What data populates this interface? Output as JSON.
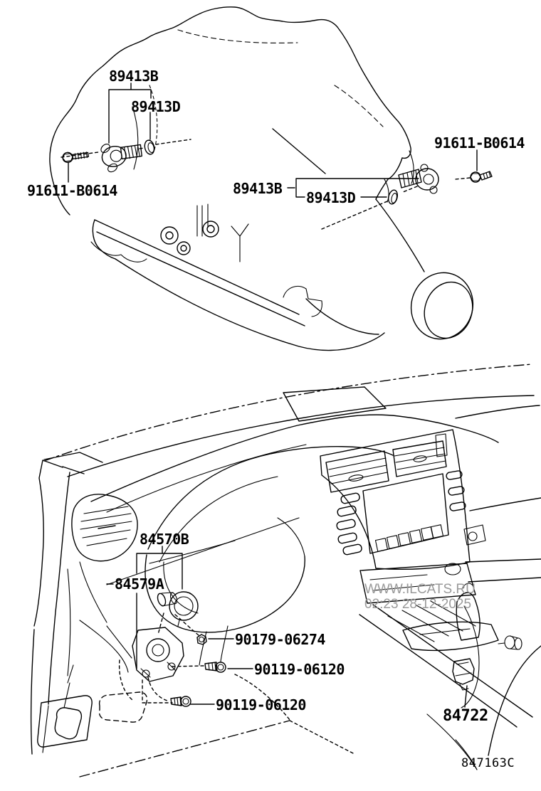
{
  "diagram": {
    "code": "847163C",
    "watermark_site": "WWW.ILCATS.RU",
    "watermark_stamp": "02:23 28-12-2025",
    "labels": {
      "sensor_no1": "89413B",
      "oring_no1": "89413D",
      "bolt_no1": "91611-B0614",
      "sensor_no2": "89413B",
      "oring_no2": "89413D",
      "bolt_no2": "91611-B0614",
      "cylinder": "84570B",
      "bracket": "84579A",
      "nut": "90179-06274",
      "bolt_a": "90119-06120",
      "bolt_b": "90119-06120",
      "switch": "84722"
    },
    "colors": {
      "line": "#000000",
      "watermark": "#9a9a9a",
      "background": "#ffffff"
    }
  }
}
